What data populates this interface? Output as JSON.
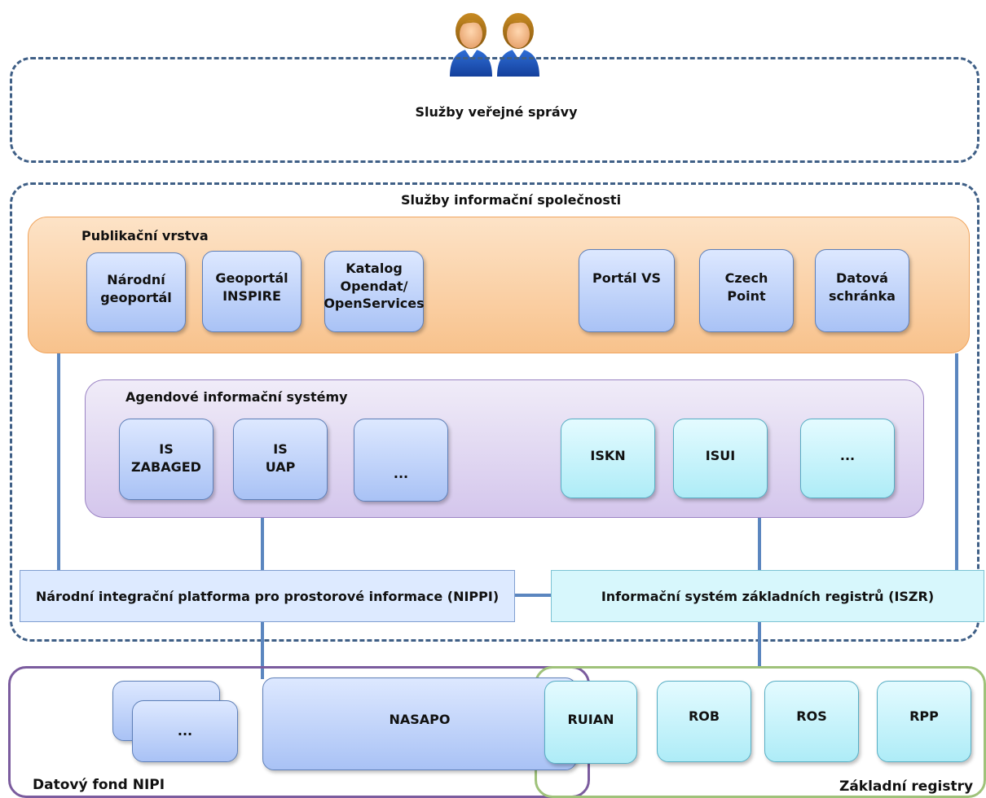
{
  "public_services": {
    "title": "Služby veřejné správy"
  },
  "info_society": {
    "title": "Služby informační společnosti"
  },
  "publication_layer": {
    "title": "Publikační vrstva",
    "items": [
      "Národní\ngeoportál",
      "Geoportál\nINSPIRE",
      "Katalog\nOpendat/\nOpenServices",
      "Portál VS",
      "Czech\nPoint",
      "Datová\nschránka"
    ]
  },
  "agenda_systems": {
    "title": "Agendové informační systémy",
    "items": [
      "IS\nZABAGED",
      "IS\nUAP",
      "...",
      "ISKN",
      "ISUI",
      "..."
    ]
  },
  "nippi": {
    "label": "Národní integrační platforma pro prostorové informace (NIPPI)"
  },
  "iszr": {
    "label": "Informační systém základních registrů (ISZR)"
  },
  "data_fund": {
    "caption": "Datový fond NIPI",
    "stack_label": "...",
    "nasapo": "NASAPO"
  },
  "base_registries": {
    "caption": "Základní registry",
    "items": [
      "RUIAN",
      "ROB",
      "ROS",
      "RPP"
    ]
  },
  "colors": {
    "dash_border": "#3f5f86",
    "publication_fill": "#fbd1a7",
    "agenda_fill": "#ddd2ef",
    "bus_blue": "#ddeaff",
    "bus_cyan": "#d7f7fc",
    "data_fund_border": "#7b5c9e",
    "registries_border": "#9fc27a"
  }
}
